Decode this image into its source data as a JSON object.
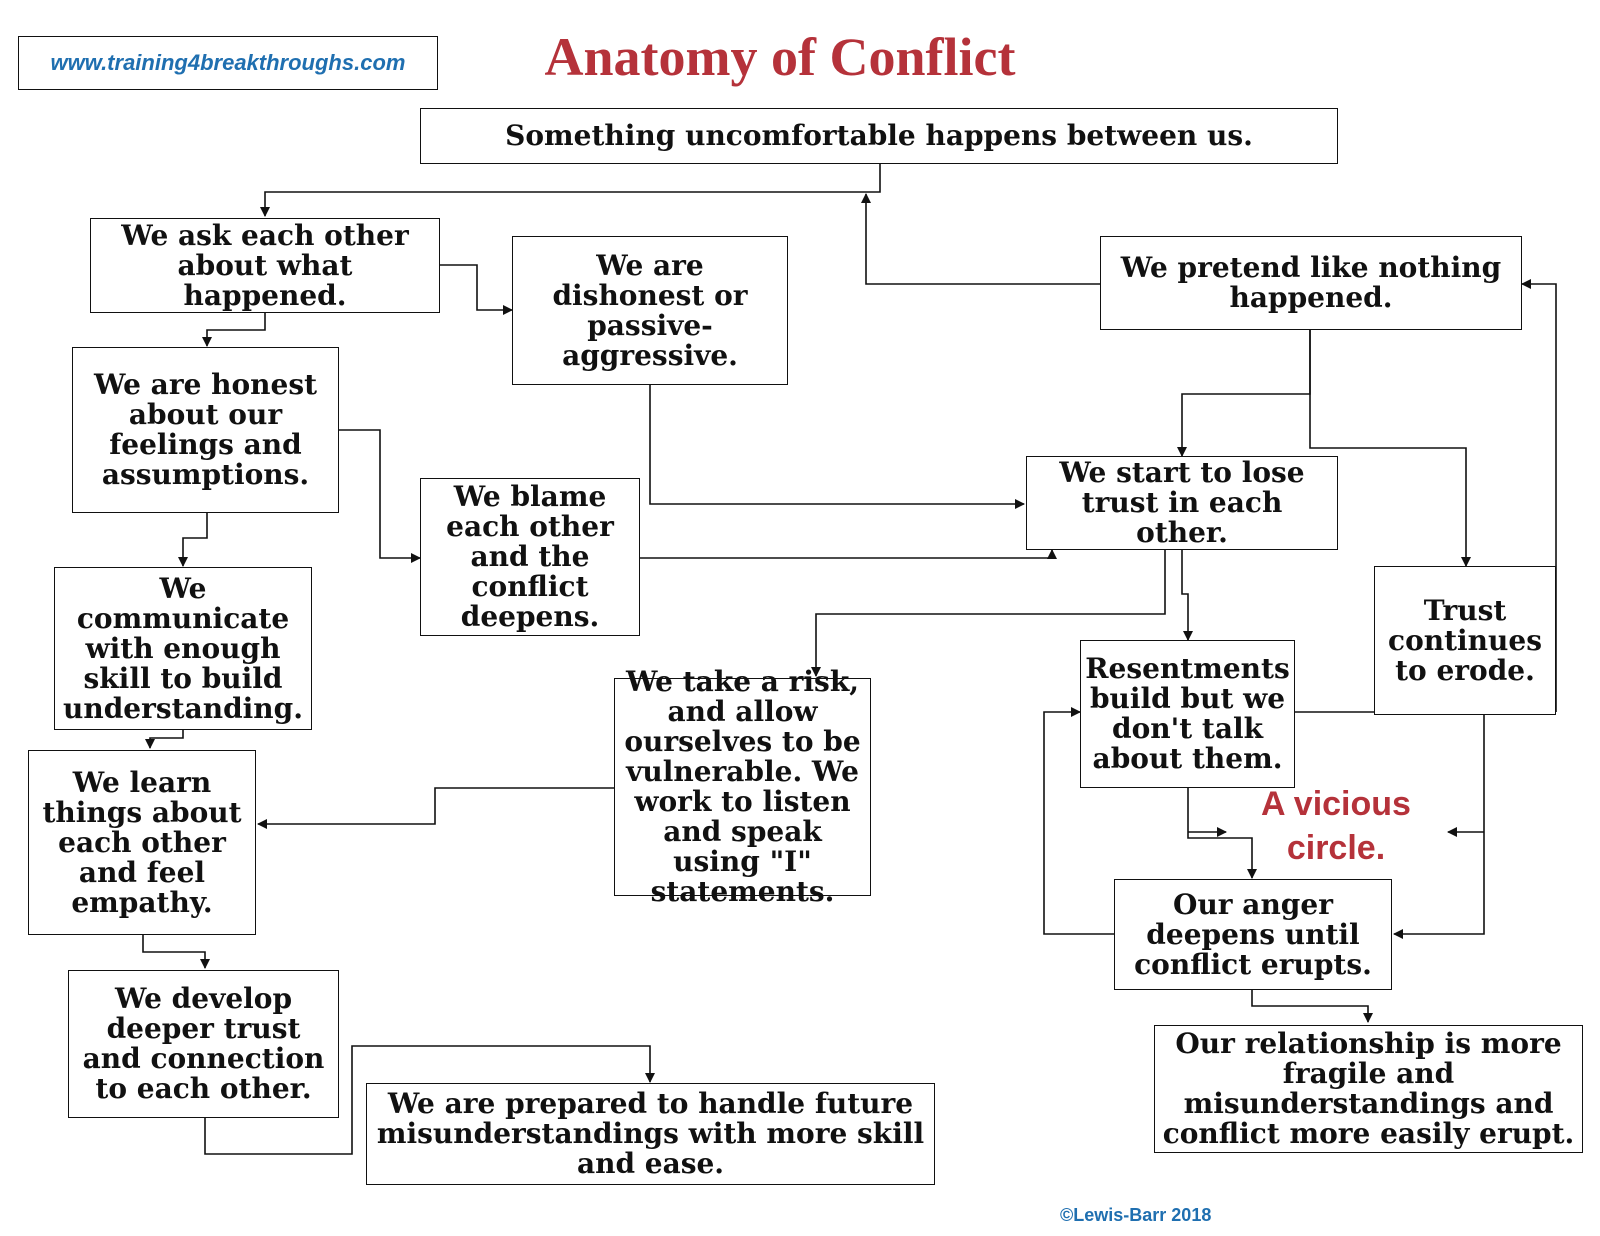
{
  "title": "Anatomy of Conflict",
  "website": "www.training4breakthroughs.com",
  "copyright": "©Lewis-Barr 2018",
  "annotation": "A vicious circle.",
  "colors": {
    "title": "#b5323a",
    "link": "#1f6fb0",
    "line": "#111111"
  },
  "boxes": {
    "start": "Something uncomfortable happens between us.",
    "ask": "We ask each other about what happened.",
    "dishonest": "We are dishonest or passive-aggressive.",
    "pretend": "We pretend like nothing happened.",
    "honest": "We are honest about our feelings and assumptions.",
    "blame": "We blame each other and the conflict deepens.",
    "lose_trust": "We start to lose trust in each other.",
    "communicate": "We communicate with enough skill to build understanding.",
    "risk": "We take a risk, and allow ourselves to be vulnerable. We work to listen and speak using \"I\" statements.",
    "resentments": "Resentments build but we don't talk about them.",
    "trust_erode": "Trust continues to erode.",
    "learn": "We learn things about each other and feel empathy.",
    "anger": "Our anger deepens until conflict erupts.",
    "develop": "We develop deeper trust and connection to each other.",
    "prepared": "We are prepared to handle future misunderstandings with more skill and ease.",
    "fragile": "Our relationship is more fragile and misunderstandings and conflict more easily erupt."
  }
}
